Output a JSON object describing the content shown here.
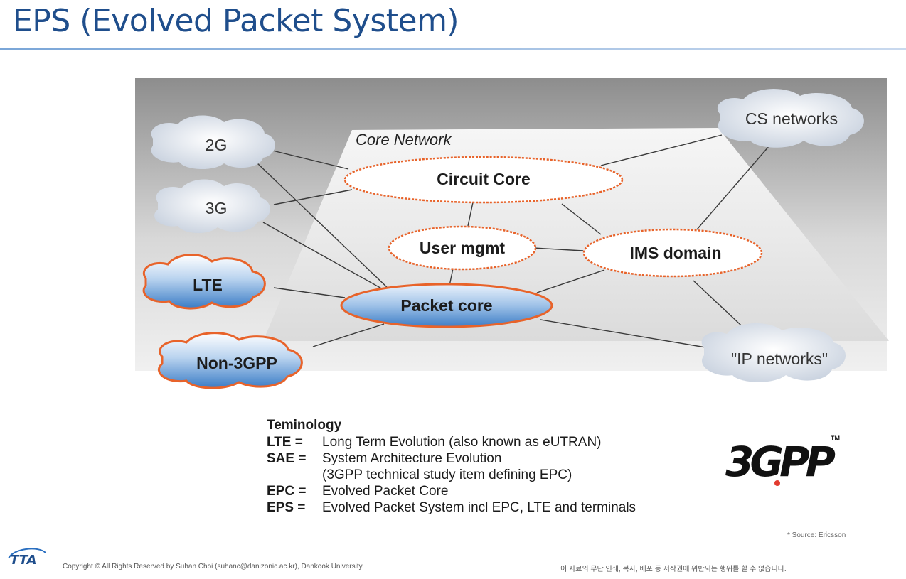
{
  "slide": {
    "title": "EPS (Evolved Packet System)"
  },
  "diagram": {
    "core_network_label": "Core Network",
    "nodes": {
      "circuit_core": "Circuit Core",
      "user_mgmt": "User mgmt",
      "ims_domain": "IMS domain",
      "packet_core": "Packet core"
    },
    "clouds": {
      "g2": "2G",
      "g3": "3G",
      "lte": "LTE",
      "non3gpp": "Non-3GPP",
      "cs_networks": "CS networks",
      "ip_networks": "\"IP networks\""
    }
  },
  "terminology": {
    "heading": "Teminology",
    "entries": [
      {
        "abbr": "LTE =",
        "desc": "Long Term Evolution (also known as eUTRAN)"
      },
      {
        "abbr": "SAE =",
        "desc": "System Architecture Evolution",
        "desc2": "(3GPP technical study item defining EPC)"
      },
      {
        "abbr": "EPC =",
        "desc": "Evolved Packet Core"
      },
      {
        "abbr": "EPS =",
        "desc": "Evolved Packet System incl EPC, LTE and terminals"
      }
    ]
  },
  "source_note": "* Source: Ericsson",
  "footer": {
    "logo_text": "TTA",
    "copyright": "Copyright © All Rights Reserved by Suhan Choi (suhanc@danizonic.ac.kr), Dankook University.",
    "notice_korean": "이 자료의 무단 인쇄, 복사, 배포 등 저작권에 위반되는 행위를 할 수 없습니다."
  },
  "logo_3gpp": {
    "text": "3GPP",
    "tm": "TM"
  },
  "colors": {
    "title": "#1f4e8c",
    "accent_orange": "#e8632a",
    "cloud_blue_dark": "#3d7fc8",
    "cloud_grey": "#dde4ee"
  }
}
